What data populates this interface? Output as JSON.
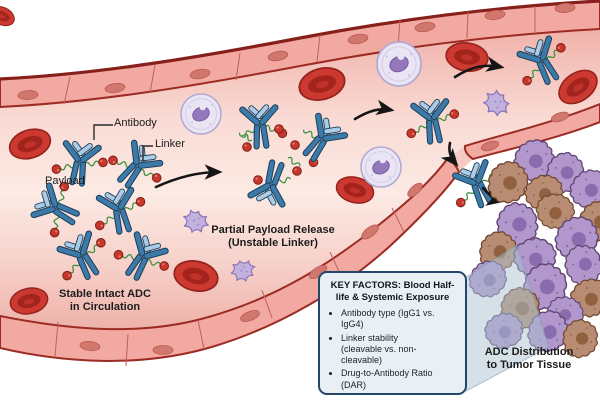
{
  "figure": {
    "part_labels": {
      "antibody": "Antibody",
      "linker": "Linker",
      "payload": "Payload"
    },
    "captions": {
      "stable": {
        "line1": "Stable Intact ADC",
        "line2": "in Circulation"
      },
      "partial": {
        "line1": "Partial Payload Release",
        "line2": "(Unstable Linker)"
      },
      "distribution": {
        "line1": "ADC Distribution",
        "line2": "to Tumor Tissue"
      }
    },
    "key_factors": {
      "title": "KEY FACTORS: Blood Half-life & Systemic Exposure",
      "items": [
        "Antibody type (IgG1 vs. IgG4)",
        "Linker stability (cleavable vs. non-cleavable)",
        "Drug-to-Antibody Ratio (DAR)"
      ]
    },
    "icons": {
      "adc_antibody": "Y-shaped antibody with linker and payload",
      "red_blood_cell": "red biconcave disc",
      "white_blood_cell": "lavender leukocyte with purple nucleus",
      "platelet": "small spiky purple cell",
      "tumor_cell_purple": "purple tumor cell",
      "tumor_cell_brown": "brown tumor cell",
      "arrow": "black flow arrow"
    },
    "colors": {
      "vessel_wall": "#f1a9a1",
      "vessel_edge": "#9c2b24",
      "lumen_light": "#fceae4",
      "lumen_deep": "#f0b2aa",
      "antibody_heavy": "#3c7aa9",
      "antibody_light": "#abcbe6",
      "linker_green": "#3f9144",
      "payload_red": "#c8372c",
      "rbc_red": "#cc3931",
      "wbc_lavender": "#e9e5f4",
      "platelet_purple": "#c2b1dd",
      "tumor_purple": "#b197cc",
      "tumor_brown": "#b78c72",
      "box_border": "#24466b",
      "box_fill": "#e9eff5",
      "text": "#1c1c1c"
    }
  }
}
